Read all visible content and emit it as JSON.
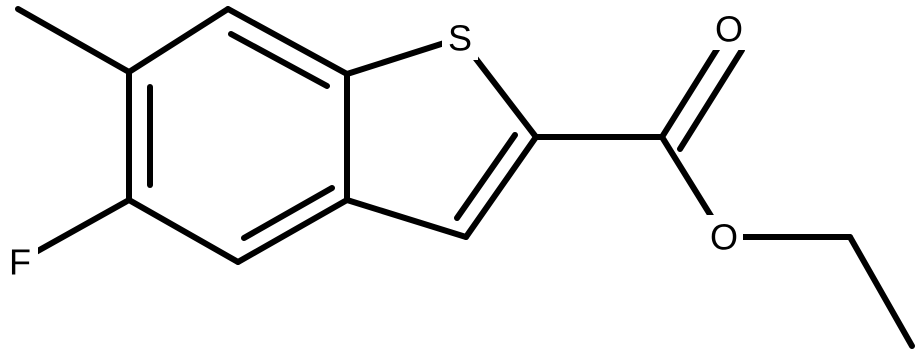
{
  "molecule": {
    "atoms": {
      "sulfur": "S",
      "carbonyl_oxygen": "O",
      "ester_oxygen": "O",
      "fluorine": "F"
    }
  }
}
